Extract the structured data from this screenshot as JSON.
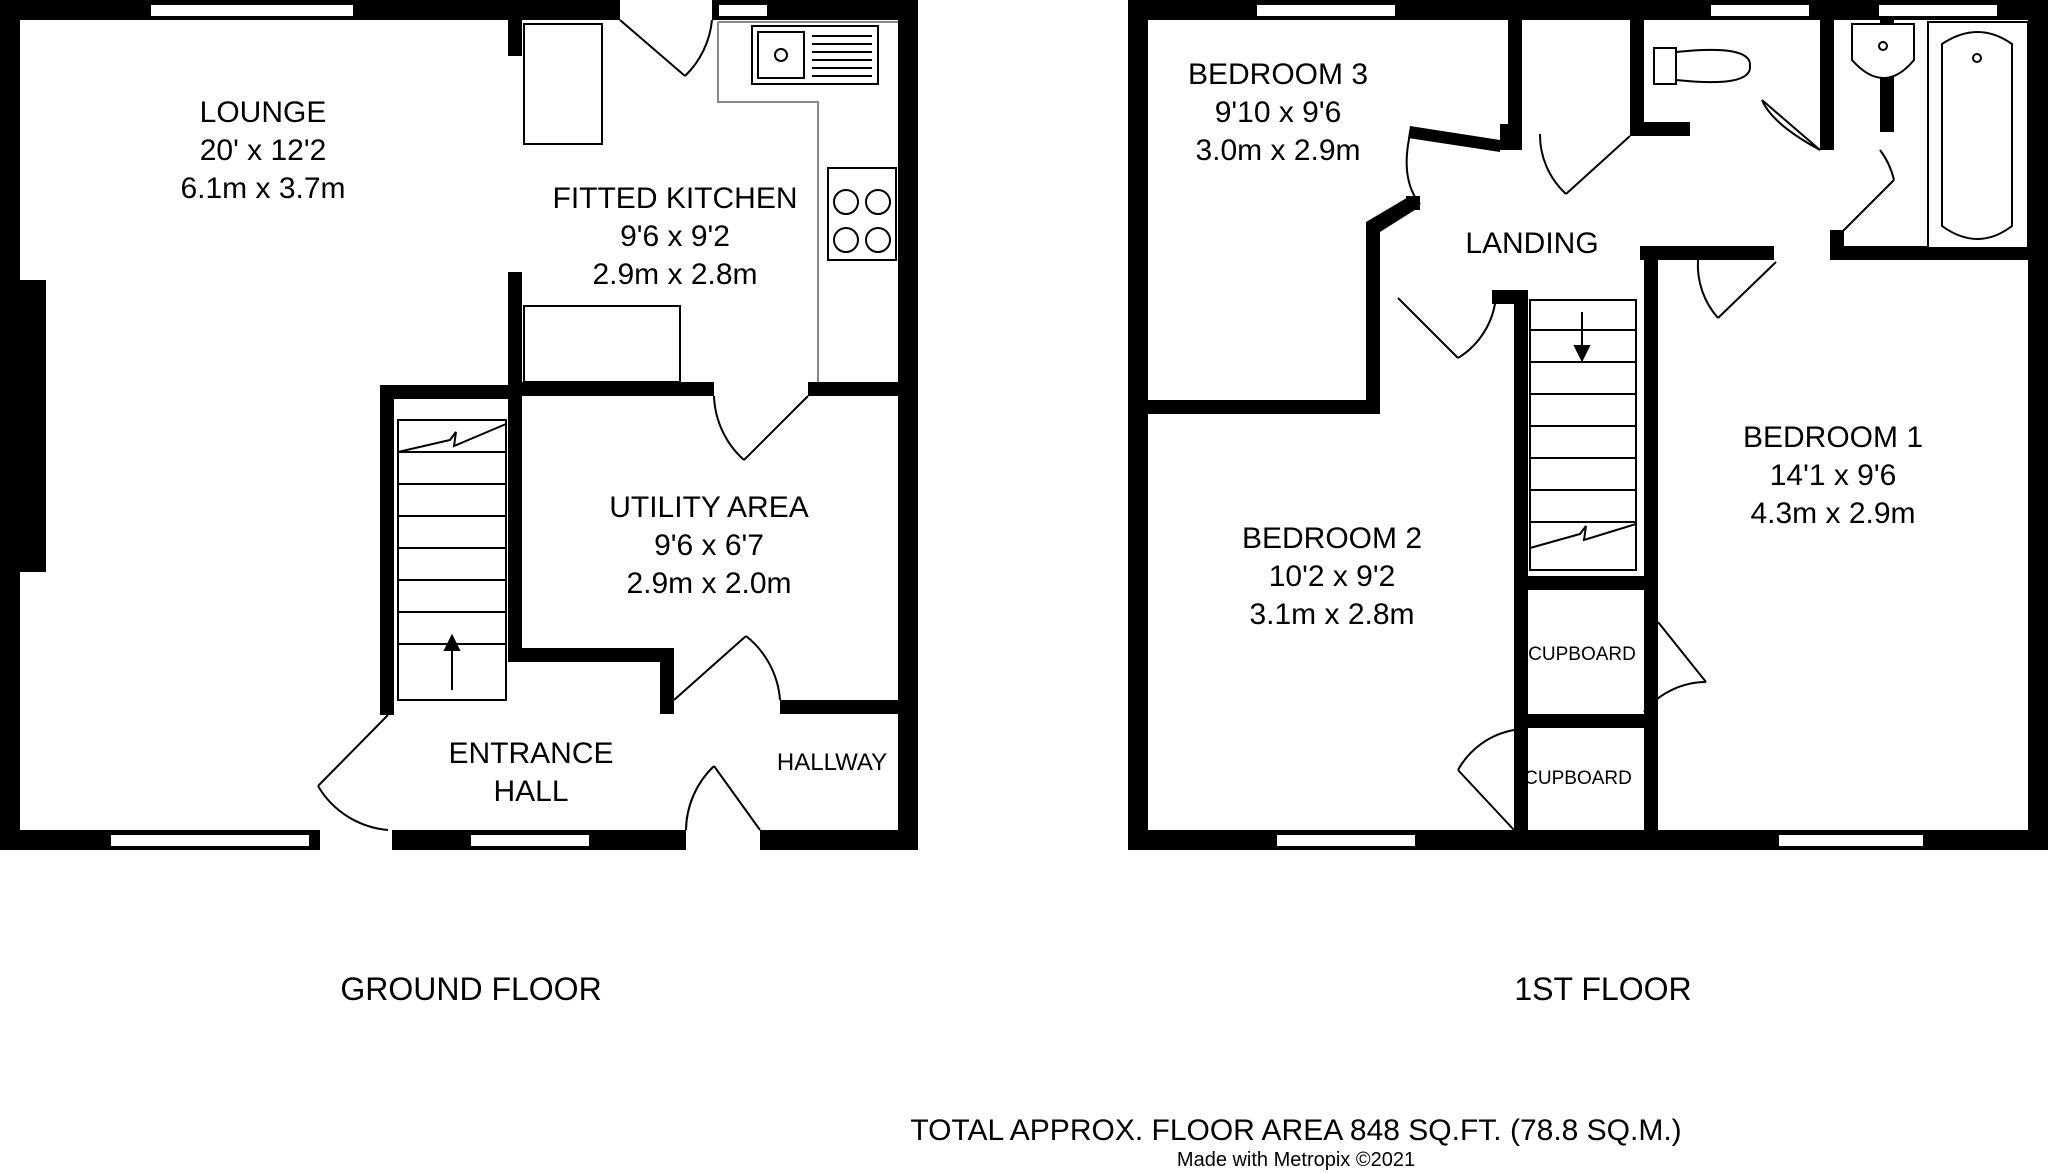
{
  "ground_floor": {
    "title": "GROUND FLOOR",
    "rooms": {
      "lounge": {
        "name": "LOUNGE",
        "imperial": "20' x 12'2",
        "metric": "6.1m x 3.7m"
      },
      "kitchen": {
        "name": "FITTED KITCHEN",
        "imperial": "9'6 x 9'2",
        "metric": "2.9m x 2.8m"
      },
      "utility": {
        "name": "UTILITY AREA",
        "imperial": "9'6 x 6'7",
        "metric": "2.9m x 2.0m"
      },
      "entrance": {
        "name_line1": "ENTRANCE",
        "name_line2": "HALL"
      },
      "hallway": {
        "name": "HALLWAY"
      }
    }
  },
  "first_floor": {
    "title": "1ST FLOOR",
    "rooms": {
      "bedroom3": {
        "name": "BEDROOM 3",
        "imperial": "9'10 x 9'6",
        "metric": "3.0m x 2.9m"
      },
      "landing": {
        "name": "LANDING"
      },
      "bedroom1": {
        "name": "BEDROOM 1",
        "imperial": "14'1 x 9'6",
        "metric": "4.3m x 2.9m"
      },
      "bedroom2": {
        "name": "BEDROOM 2",
        "imperial": "10'2 x 9'2",
        "metric": "3.1m x 2.8m"
      },
      "cupboard1": {
        "name": "CUPBOARD"
      },
      "cupboard2": {
        "name": "CUPBOARD"
      }
    }
  },
  "footer": {
    "total_area": "TOTAL APPROX. FLOOR AREA 848 SQ.FT. (78.8 SQ.M.)",
    "credit": "Made with Metropix ©2021"
  }
}
